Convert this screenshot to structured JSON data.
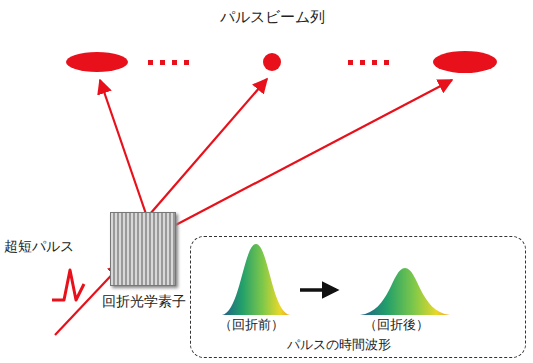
{
  "diagram": {
    "title": "パルスビーム列",
    "nodes": [
      {
        "text": [
          "回折光学素子"
        ]
      },
      {
        "text": [
          "（回折前）",
          "（回折後）",
          "パルスの時間波形"
        ]
      }
    ],
    "labels": [
      "超短パルス"
    ]
  }
}
